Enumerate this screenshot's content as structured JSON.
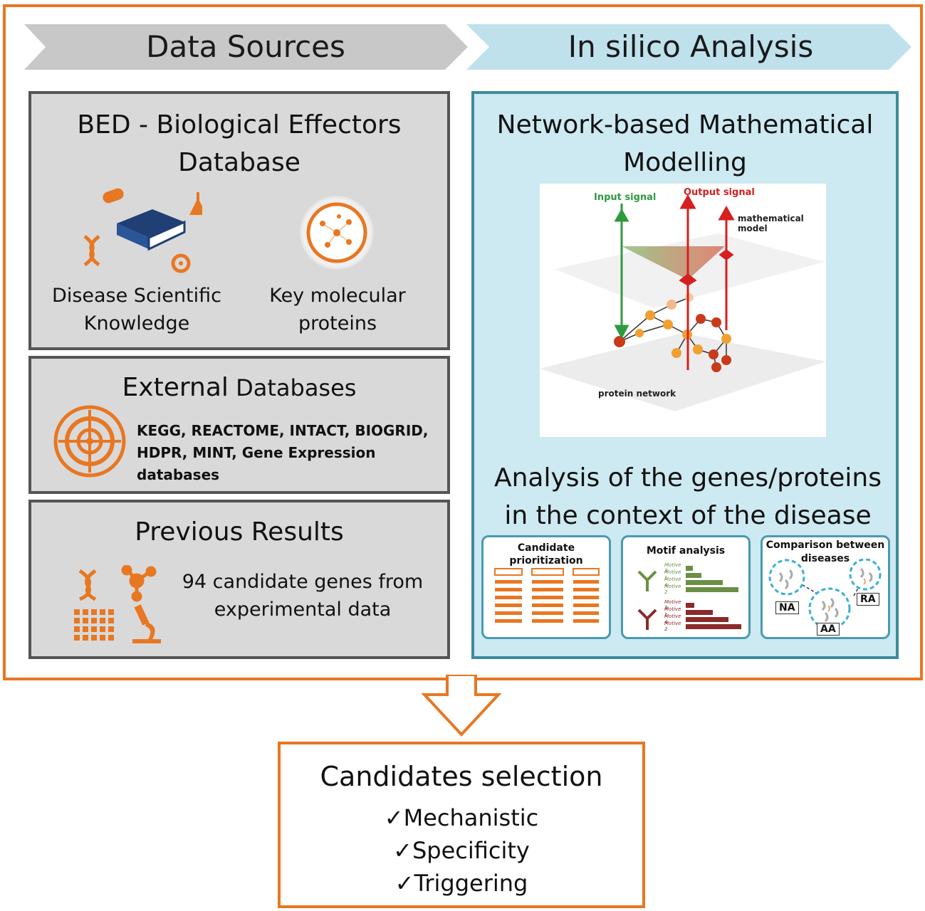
{
  "banners": {
    "left": "Data Sources",
    "right": "In silico Analysis"
  },
  "bed": {
    "title_line1": "BED - Biological Effectors",
    "title_line2": "Database",
    "item1_line1": "Disease Scientific",
    "item1_line2": "Knowledge",
    "item2_line1": "Key molecular",
    "item2_line2": "proteins"
  },
  "external": {
    "title_big": "External",
    "title_small": " Databases",
    "list_line1": "KEGG, REACTOME, INTACT, BIOGRID,",
    "list_line2": "HDPR, MINT, Gene Expression databases"
  },
  "previous": {
    "title": "Previous  Results",
    "text_line1": "94 candidate genes from",
    "text_line2": "experimental data"
  },
  "network": {
    "title_line1": "Network-based Mathematical",
    "title_line2": "Modelling",
    "labels": {
      "input": "Input signal",
      "output": "Output signal",
      "model": "mathematical model",
      "protein_network": "protein network"
    }
  },
  "analysis": {
    "title_line1": "Analysis of the genes/proteins",
    "title_line2": "in the context of the disease",
    "cards": {
      "prioritization": "Candidate prioritization",
      "motif": "Motif analysis",
      "comparison_line1": "Comparison between",
      "comparison_line2": "diseases"
    },
    "motif_labels_top": [
      "Motive 3",
      "Motive 1",
      "Motive 4",
      "Motive 2"
    ],
    "motif_labels_bottom": [
      "Motive 3",
      "Motive 1",
      "Motive 4",
      "Motive 2"
    ],
    "disease_labels": [
      "NA",
      "RA",
      "AA"
    ]
  },
  "selection": {
    "title": "Candidates selection",
    "items": [
      "Mechanistic",
      "Specificity",
      "Triggering"
    ],
    "check": "✓"
  },
  "colors": {
    "orange": "#e87722",
    "teal_border": "#3d8aa0",
    "light_blue": "#cde9f1",
    "grey_panel": "#d9d9d9",
    "green": "#2e9a3e",
    "red": "#d62020"
  }
}
